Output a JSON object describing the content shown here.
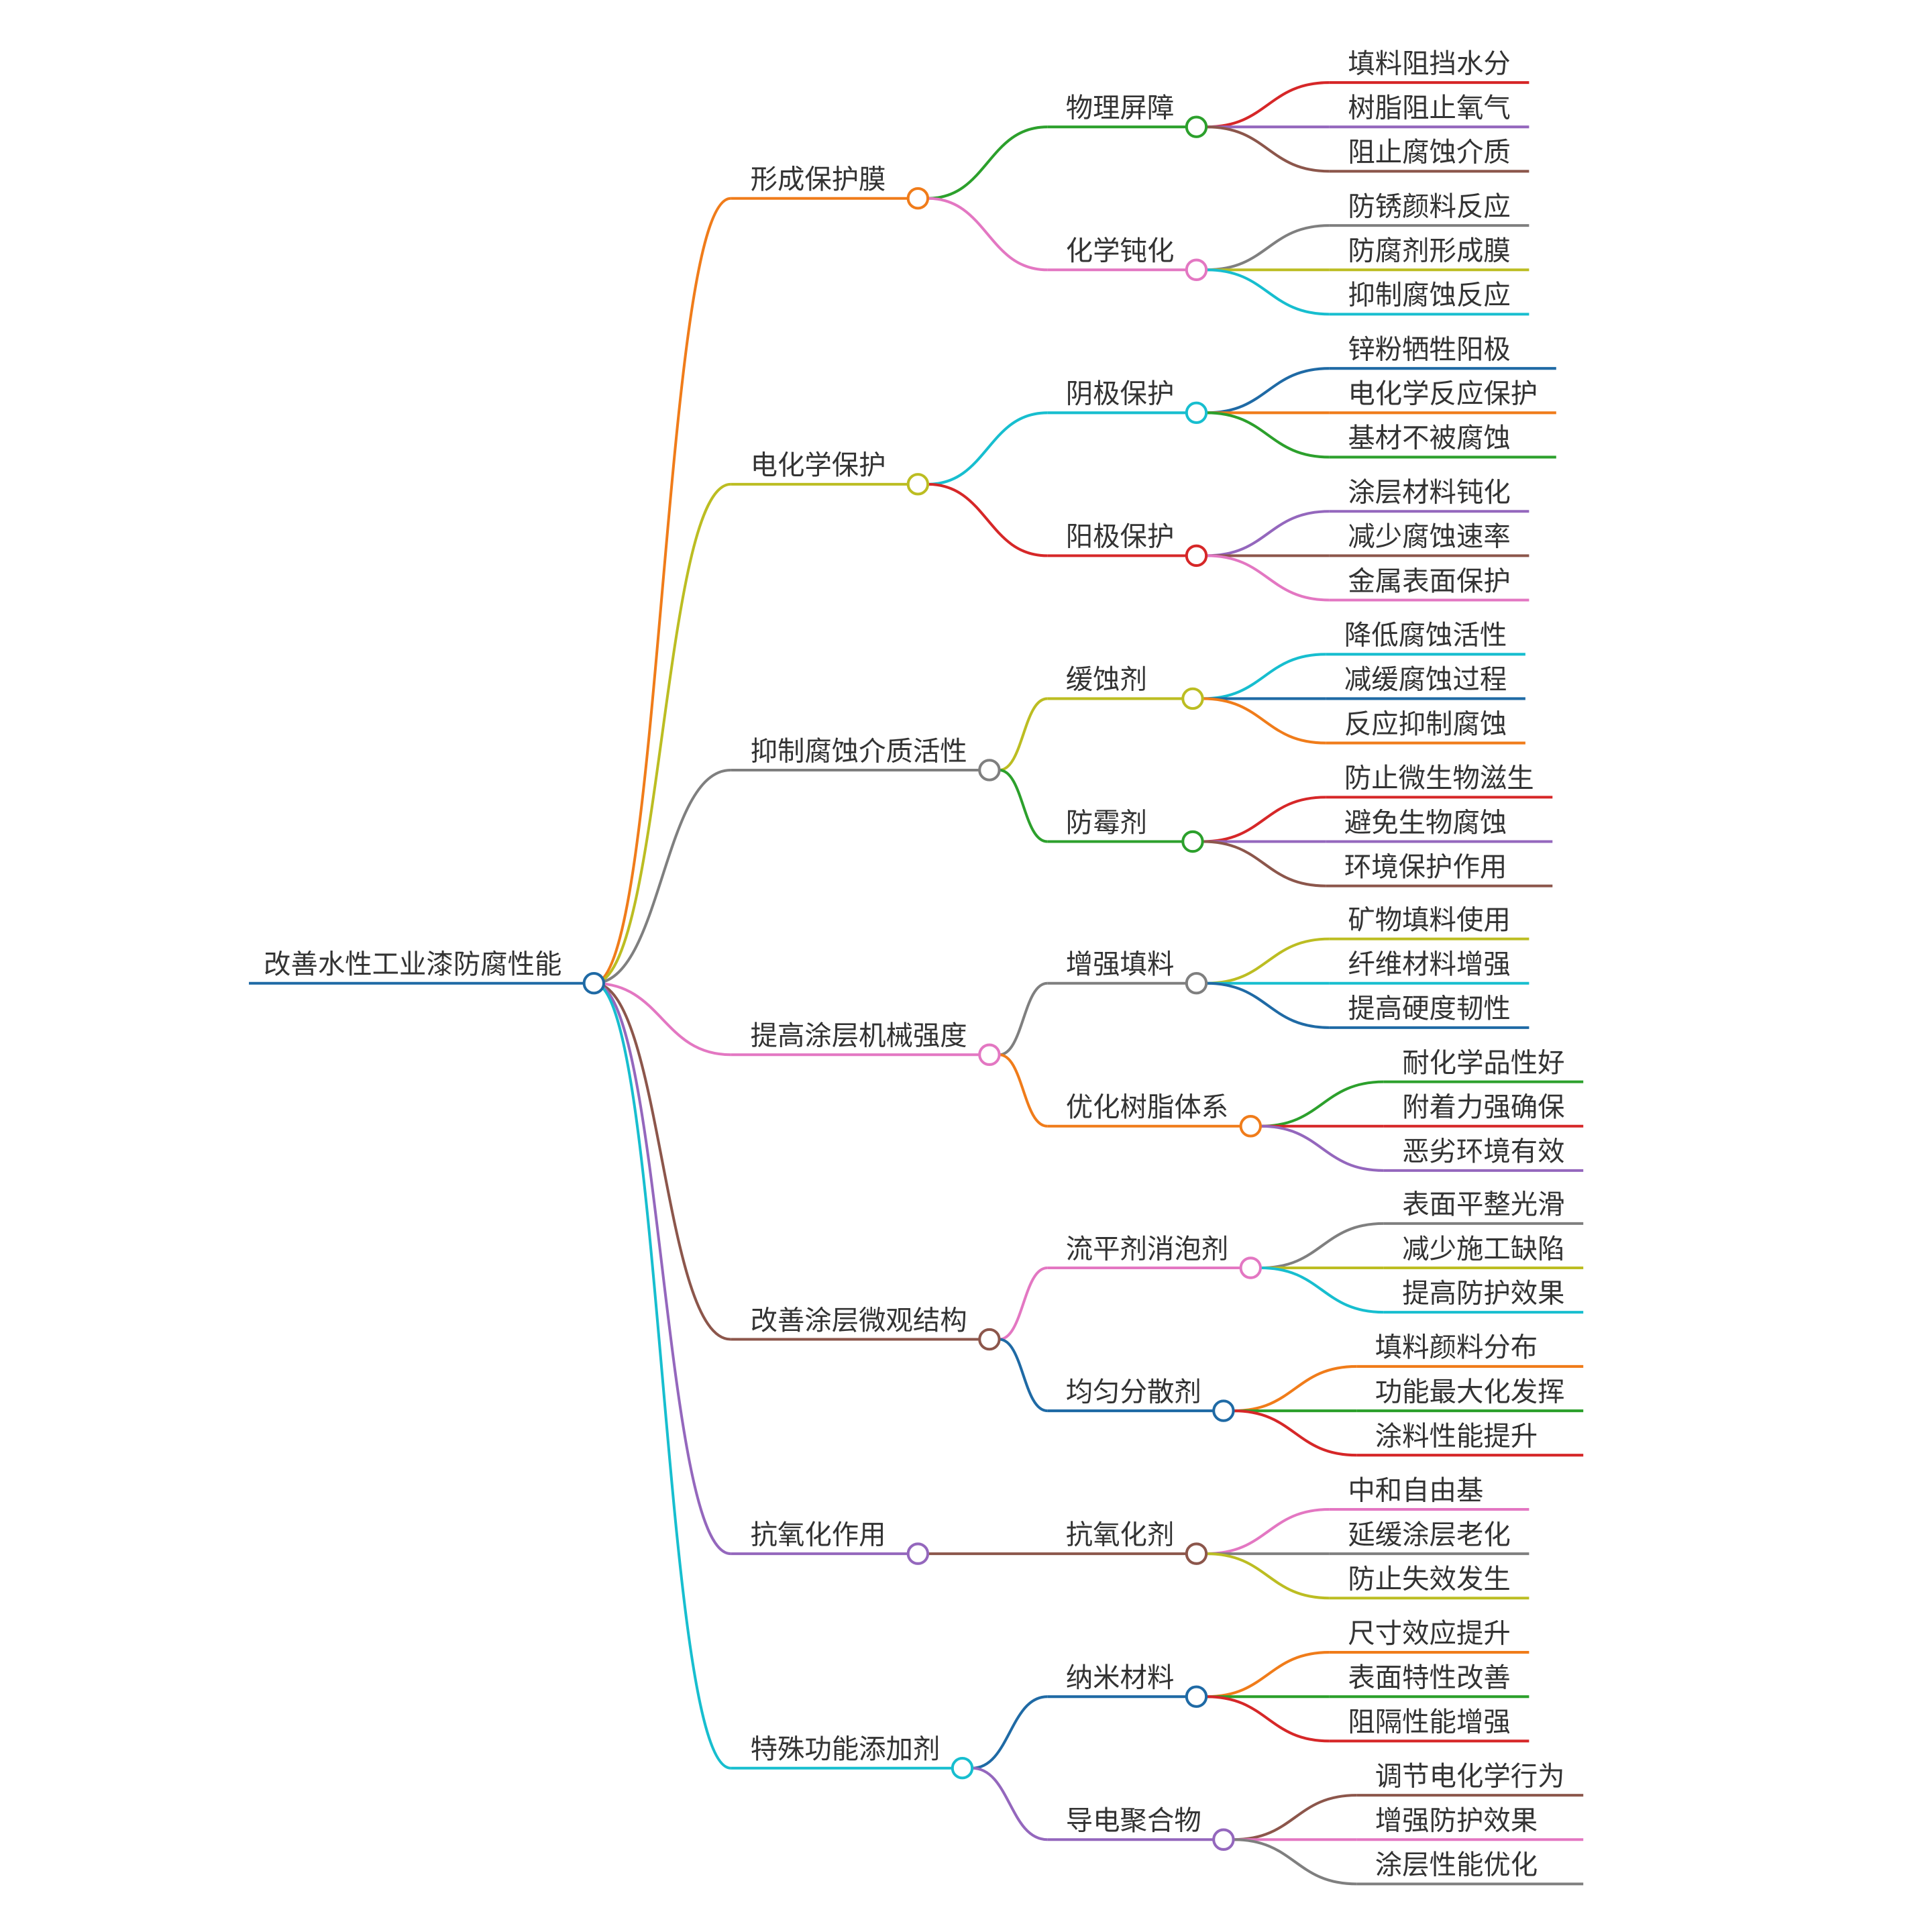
{
  "root": {
    "label": "改善水性工业漆防腐性能",
    "color": "#1f6aa5"
  },
  "branches": [
    {
      "label": "形成保护膜",
      "color": "#f07c1a",
      "children": [
        {
          "label": "物理屏障",
          "color": "#2ca02c",
          "leaves": [
            {
              "label": "填料阻挡水分",
              "color": "#d62728"
            },
            {
              "label": "树脂阻止氧气",
              "color": "#9467bd"
            },
            {
              "label": "阻止腐蚀介质",
              "color": "#8c564b"
            }
          ]
        },
        {
          "label": "化学钝化",
          "color": "#e377c2",
          "leaves": [
            {
              "label": "防锈颜料反应",
              "color": "#7f7f7f"
            },
            {
              "label": "防腐剂形成膜",
              "color": "#bcbd22"
            },
            {
              "label": "抑制腐蚀反应",
              "color": "#17becf"
            }
          ]
        }
      ]
    },
    {
      "label": "电化学保护",
      "color": "#bcbd22",
      "children": [
        {
          "label": "阴极保护",
          "color": "#17becf",
          "leaves": [
            {
              "label": "锌粉牺牲阳极",
              "color": "#1f6aa5"
            },
            {
              "label": "电化学反应保护",
              "color": "#f07c1a"
            },
            {
              "label": "基材不被腐蚀",
              "color": "#2ca02c"
            }
          ]
        },
        {
          "label": "阳极保护",
          "color": "#d62728",
          "leaves": [
            {
              "label": "涂层材料钝化",
              "color": "#9467bd"
            },
            {
              "label": "减少腐蚀速率",
              "color": "#8c564b"
            },
            {
              "label": "金属表面保护",
              "color": "#e377c2"
            }
          ]
        }
      ]
    },
    {
      "label": "抑制腐蚀介质活性",
      "color": "#7f7f7f",
      "children": [
        {
          "label": "缓蚀剂",
          "color": "#bcbd22",
          "leaves": [
            {
              "label": "降低腐蚀活性",
              "color": "#17becf"
            },
            {
              "label": "减缓腐蚀过程",
              "color": "#1f6aa5"
            },
            {
              "label": "反应抑制腐蚀",
              "color": "#f07c1a"
            }
          ]
        },
        {
          "label": "防霉剂",
          "color": "#2ca02c",
          "leaves": [
            {
              "label": "防止微生物滋生",
              "color": "#d62728"
            },
            {
              "label": "避免生物腐蚀",
              "color": "#9467bd"
            },
            {
              "label": "环境保护作用",
              "color": "#8c564b"
            }
          ]
        }
      ]
    },
    {
      "label": "提高涂层机械强度",
      "color": "#e377c2",
      "children": [
        {
          "label": "增强填料",
          "color": "#7f7f7f",
          "leaves": [
            {
              "label": "矿物填料使用",
              "color": "#bcbd22"
            },
            {
              "label": "纤维材料增强",
              "color": "#17becf"
            },
            {
              "label": "提高硬度韧性",
              "color": "#1f6aa5"
            }
          ]
        },
        {
          "label": "优化树脂体系",
          "color": "#f07c1a",
          "leaves": [
            {
              "label": "耐化学品性好",
              "color": "#2ca02c"
            },
            {
              "label": "附着力强确保",
              "color": "#d62728"
            },
            {
              "label": "恶劣环境有效",
              "color": "#9467bd"
            }
          ]
        }
      ]
    },
    {
      "label": "改善涂层微观结构",
      "color": "#8c564b",
      "children": [
        {
          "label": "流平剂消泡剂",
          "color": "#e377c2",
          "leaves": [
            {
              "label": "表面平整光滑",
              "color": "#7f7f7f"
            },
            {
              "label": "减少施工缺陷",
              "color": "#bcbd22"
            },
            {
              "label": "提高防护效果",
              "color": "#17becf"
            }
          ]
        },
        {
          "label": "均匀分散剂",
          "color": "#1f6aa5",
          "leaves": [
            {
              "label": "填料颜料分布",
              "color": "#f07c1a"
            },
            {
              "label": "功能最大化发挥",
              "color": "#2ca02c"
            },
            {
              "label": "涂料性能提升",
              "color": "#d62728"
            }
          ]
        }
      ]
    },
    {
      "label": "抗氧化作用",
      "color": "#9467bd",
      "children": [
        {
          "label": "抗氧化剂",
          "color": "#8c564b",
          "leaves": [
            {
              "label": "中和自由基",
              "color": "#e377c2"
            },
            {
              "label": "延缓涂层老化",
              "color": "#7f7f7f"
            },
            {
              "label": "防止失效发生",
              "color": "#bcbd22"
            }
          ]
        }
      ]
    },
    {
      "label": "特殊功能添加剂",
      "color": "#17becf",
      "children": [
        {
          "label": "纳米材料",
          "color": "#1f6aa5",
          "leaves": [
            {
              "label": "尺寸效应提升",
              "color": "#f07c1a"
            },
            {
              "label": "表面特性改善",
              "color": "#2ca02c"
            },
            {
              "label": "阻隔性能增强",
              "color": "#d62728"
            }
          ]
        },
        {
          "label": "导电聚合物",
          "color": "#9467bd",
          "leaves": [
            {
              "label": "调节电化学行为",
              "color": "#8c564b"
            },
            {
              "label": "增强防护效果",
              "color": "#e377c2"
            },
            {
              "label": "涂层性能优化",
              "color": "#7f7f7f"
            }
          ]
        }
      ]
    }
  ]
}
